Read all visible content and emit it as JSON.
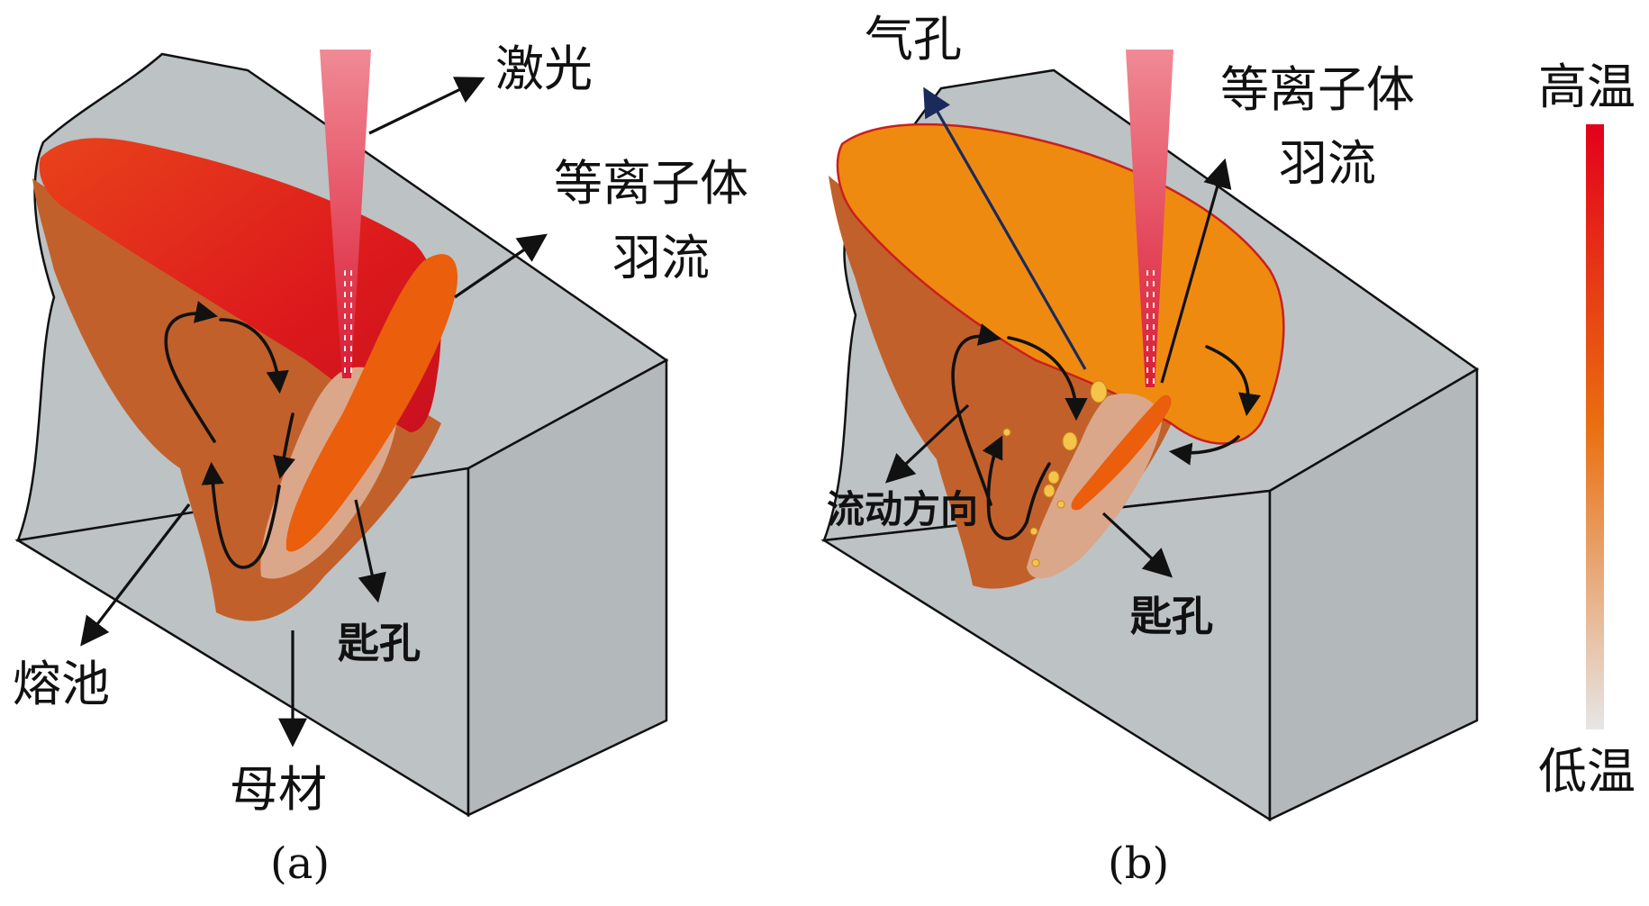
{
  "panel_a": {
    "caption": "(a)",
    "labels": {
      "laser": "激光",
      "plasma_line1": "等离子体",
      "plasma_line2": "羽流",
      "molten_pool": "熔池",
      "base_metal": "母材",
      "keyhole": "匙孔"
    }
  },
  "panel_b": {
    "caption": "(b)",
    "labels": {
      "pore": "气孔",
      "plasma_line1": "等离子体",
      "plasma_line2": "羽流",
      "flow_direction": "流动方向",
      "keyhole": "匙孔"
    }
  },
  "color_scale": {
    "high": "高温",
    "low": "低温",
    "colors": [
      "#e3001b",
      "#ea6f10",
      "#dcdcdc"
    ]
  },
  "colors": {
    "block_gray": "#bdc2c4",
    "pool_brown": "#c2602b",
    "pool_red": "#e2231a",
    "pool_orange": "#ef8a10",
    "keyhole_beige": "#dba78a",
    "laser_pink": "#e8556a"
  }
}
